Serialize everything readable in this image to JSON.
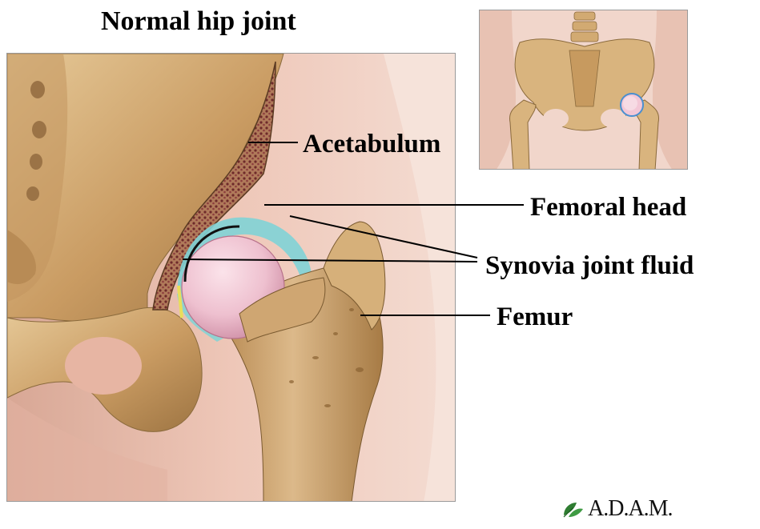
{
  "title": "Normal hip joint",
  "labels": {
    "acetabulum": "Acetabulum",
    "femoral_head": "Femoral head",
    "synovia": "Synovia joint fluid",
    "femur": "Femur"
  },
  "logo": {
    "text": "A.D.A.M.",
    "icon": "leaf-icon"
  },
  "colors": {
    "bone": "#c9a06a",
    "bone_light": "#e3c695",
    "bone_dark": "#8a6a3c",
    "skin": "#e9bfae",
    "skin_light": "#f3d9cf",
    "cartilage": "#f2c6d3",
    "synovial_fluid": "#7fd3d6",
    "marrow": "#8c3d3d",
    "logo_green": "#2f7d32"
  }
}
